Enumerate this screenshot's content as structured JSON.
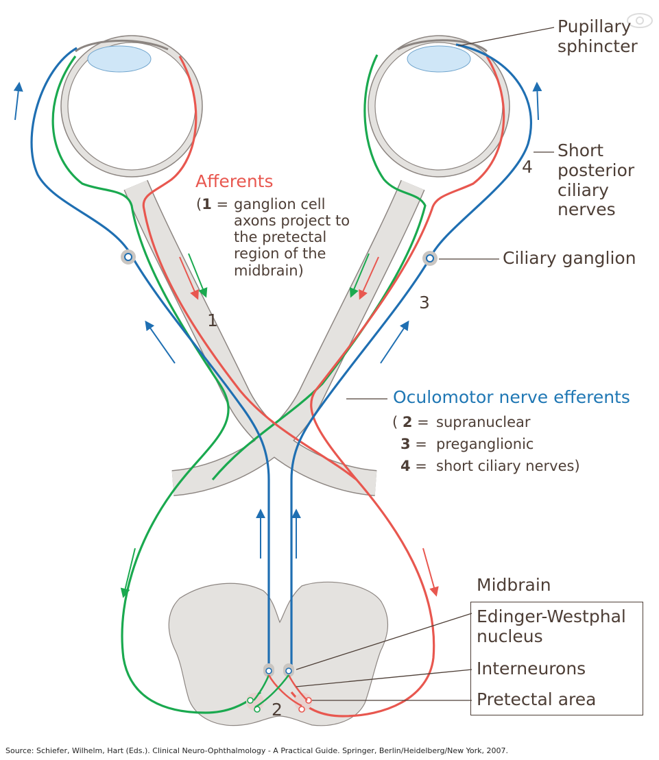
{
  "labels": {
    "pupillary_sphincter": [
      "Pupillary",
      "sphincter"
    ],
    "short_posterior_ciliary_nerves": [
      "Short",
      "posterior",
      "ciliary",
      "nerves"
    ],
    "ciliary_ganglion": "Ciliary ganglion",
    "afferents_title": "Afferents",
    "afferents_desc": {
      "open": "(",
      "num": "1",
      "eq": " = ",
      "lines": [
        "ganglion cell",
        "axons project to",
        "the pretectal",
        "region of the",
        "midbrain)"
      ]
    },
    "efferents_title": "Oculomotor nerve efferents",
    "efferents_items": [
      {
        "prefix": "( ",
        "num": "2",
        "eq": " = ",
        "text": "supranuclear"
      },
      {
        "prefix": "",
        "num": "3",
        "eq": " = ",
        "text": "preganglionic"
      },
      {
        "prefix": "",
        "num": "4",
        "eq": " = ",
        "text": "short ciliary nerves)"
      }
    ],
    "midbrain": "Midbrain",
    "edinger_westphal": [
      "Edinger-Westphal",
      "nucleus"
    ],
    "interneurons": "Interneurons",
    "pretectal_area": "Pretectal area"
  },
  "numbers": {
    "n1": "1",
    "n2": "2",
    "n3": "3",
    "n4": "4"
  },
  "source": "Source: Schiefer, Wilhelm, Hart (Eds.). Clinical Neuro-Ophthalmology - A Practical Guide. Springer, Berlin/Heidelberg/New York, 2007.",
  "colors": {
    "afferent_red": "#e8574f",
    "afferent_green": "#1aa94f",
    "efferent_blue": "#1f6fb2",
    "nerve_fill": "#e4e2df",
    "nerve_outline": "#8c8581",
    "lens": "#cfe6f7",
    "midbrain_fill": "#e4e2df",
    "text_brown": "#4d3e36"
  },
  "icons": {
    "watermark": "eye-logo-icon"
  }
}
